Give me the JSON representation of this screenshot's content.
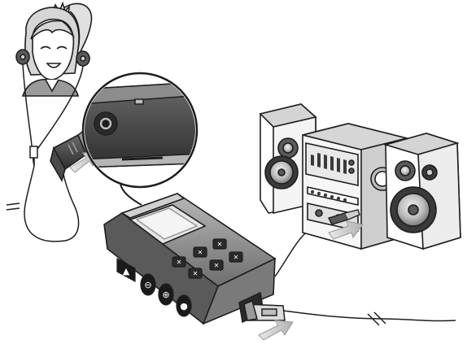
{
  "figure": {
    "type": "connection-diagram",
    "style": "grayscale line illustration",
    "parts": [
      {
        "id": "listener",
        "icon": "girl-with-headphones-icon"
      },
      {
        "id": "headphone-plug",
        "icon": "audio-plug-icon"
      },
      {
        "id": "jack-magnifier",
        "icon": "headphone-jack-icon"
      },
      {
        "id": "player",
        "icon": "portable-player-icon"
      },
      {
        "id": "stereo",
        "icon": "stereo-system-icon"
      },
      {
        "id": "usb-connector",
        "icon": "usb-plug-icon"
      },
      {
        "id": "arrows",
        "icon": "insert-arrow-icon"
      }
    ]
  },
  "player": {
    "buttons": [
      "▲",
      "⊖",
      "⊕",
      "●"
    ],
    "keypad": [
      "✕",
      "✕",
      "✕",
      "✕",
      "✕",
      "✕"
    ]
  },
  "colors": {
    "line": "#1e1e1e",
    "device_body": "#8c8c8c",
    "device_dark": "#3a3a3a",
    "screen": "#e6e6e6",
    "arrow": "#d4d4d4",
    "speaker_cone": "#bdbdbd"
  }
}
